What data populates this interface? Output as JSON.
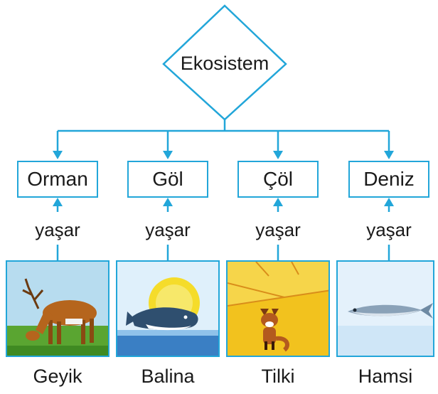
{
  "root": {
    "label": "Ekosistem"
  },
  "habitats": [
    {
      "habitat": "Orman",
      "verb": "yaşar",
      "animal": "Geyik",
      "icon": "deer-icon"
    },
    {
      "habitat": "Göl",
      "verb": "yaşar",
      "animal": "Balina",
      "icon": "whale-icon"
    },
    {
      "habitat": "Çöl",
      "verb": "yaşar",
      "animal": "Tilki",
      "icon": "fox-icon"
    },
    {
      "habitat": "Deniz",
      "verb": "yaşar",
      "animal": "Hamsi",
      "icon": "anchovy-icon"
    }
  ],
  "colors": {
    "line": "#22a6d9",
    "box_border": "#22a6d9"
  }
}
